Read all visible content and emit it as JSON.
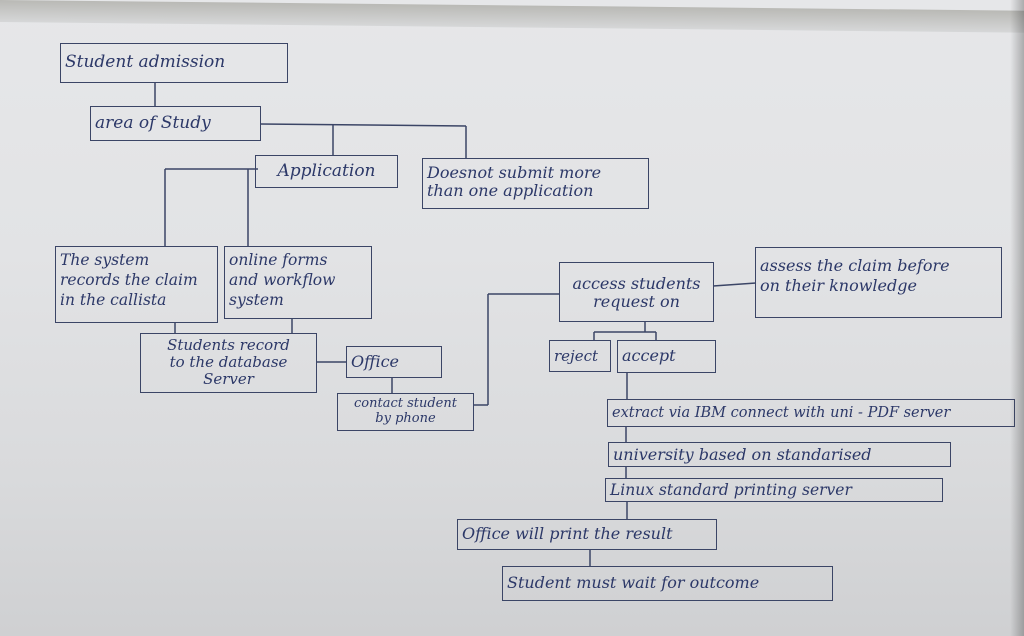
{
  "diagram": {
    "nodes": {
      "student_admission": "Student admission",
      "area_of_study": "area of Study",
      "application": "Application",
      "no_more_than_one": "Doesnot submit more\nthan one application",
      "system_records_claim": "The system\nrecords the claim\nin the callista",
      "online_forms": "online forms\nand workflow\nsystem",
      "students_record": "Students record\nto the database\nServer",
      "office": "Office",
      "contact_student": "contact student\nby phone",
      "access_request": "access students\nrequest on",
      "assess_claim": "assess the claim before\non their knowledge",
      "reject": "reject",
      "accept": "accept",
      "extract_ibm": "extract via IBM connect with uni - PDF server",
      "university_standardised": "university  based on standarised",
      "linux_printing": "Linux standard printing server",
      "office_print": "Office will print the result",
      "student_wait": "Student must wait for outcome"
    }
  }
}
